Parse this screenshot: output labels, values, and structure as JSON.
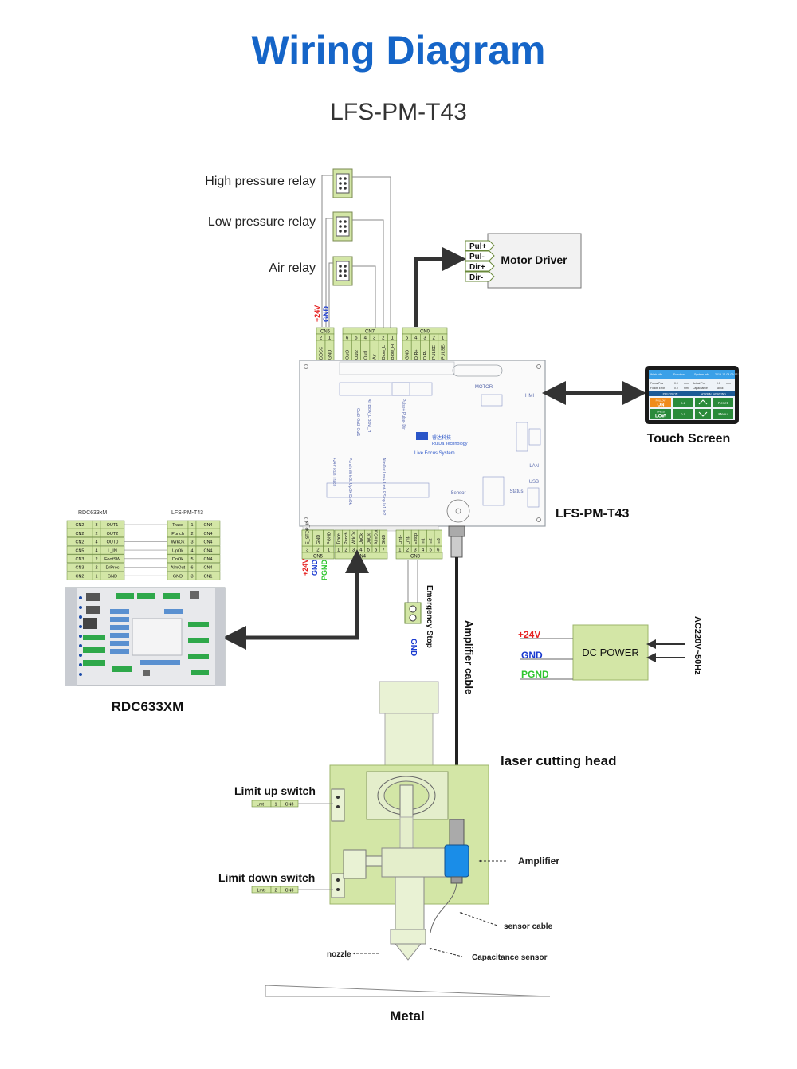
{
  "header": {
    "title": "Wiring Diagram",
    "model": "LFS-PM-T43"
  },
  "colors": {
    "title": "#1565c8",
    "green_fill": "#d3e6a6",
    "green_stroke": "#9cb56a",
    "red": "#e52020",
    "blue": "#1a3ad0",
    "lime": "#2ec52e",
    "amplifier": "#1a8de8"
  },
  "relays": {
    "items": [
      "High pressure relay",
      "Low pressure relay",
      "Air relay"
    ]
  },
  "motor_driver": {
    "label": "Motor Driver",
    "pins": [
      "Pul+",
      "Pul-",
      "Dir+",
      "Dir-"
    ]
  },
  "top_connectors": {
    "cn6": {
      "name": "CN6",
      "pins": [
        "DOCC",
        "GND"
      ],
      "nums": [
        "2",
        "1"
      ]
    },
    "cn7": {
      "name": "CN7",
      "pins": [
        "Out3",
        "Out2",
        "Out1",
        "Air",
        "Blow_L",
        "Blow_H"
      ],
      "nums": [
        "6",
        "5",
        "4",
        "3",
        "2",
        "1"
      ]
    },
    "cn0": {
      "name": "CN0",
      "pins": [
        "GND",
        "DIR+",
        "DIR-",
        "PULSE+",
        "PULSE-"
      ],
      "nums": [
        "5",
        "4",
        "3",
        "2",
        "1"
      ]
    },
    "power_label_24v": "+24V",
    "power_label_gnd": "GND"
  },
  "board": {
    "label": "LFS-PM-T43",
    "brand_cn": "睿达科技",
    "brand_en": "RuiDa Technology",
    "system": "Live Focus System",
    "motor": "MOTOR",
    "hmi": "HMI",
    "lan": "LAN",
    "usb": "USB",
    "sensor": "Sensor",
    "status": "Status"
  },
  "touch_screen": {
    "label": "Touch Screen",
    "headers": [
      "Work Idle",
      "Function",
      "System Info",
      "2019-12-04 09:17:17"
    ],
    "row1": [
      "Focus Pos",
      "0.0",
      "mm",
      "Actual Pos",
      "0.0",
      "mm"
    ],
    "row2": [
      "Follow Error",
      "0.0",
      "mm",
      "Capacitance",
      "4893t"
    ],
    "section1": "PRECISION",
    "section2": "NORMAL WORKING",
    "btn_on_small": "FOLLOW",
    "btn_on": "ON",
    "btn_low_small": "SPEED",
    "btn_low": "LOW",
    "val1": "0.1",
    "val2": "0.1",
    "btn_reset": "Reset",
    "btn_menu": "Menu"
  },
  "bottom_connectors": {
    "cn5": {
      "name": "CN5",
      "pins": [
        "E_STOP_IN",
        "GND",
        "PGND"
      ],
      "nums": [
        "3",
        "2",
        "1"
      ]
    },
    "cn4": {
      "name": "CN4",
      "pins": [
        "Trace",
        "Punch",
        "WrkOk",
        "UpOk",
        "DnOk",
        "AlmOut",
        "GND"
      ],
      "nums": [
        "1",
        "2",
        "3",
        "4",
        "5",
        "6",
        "7"
      ]
    },
    "cn3": {
      "name": "CN3",
      "pins": [
        "Lmt+",
        "Lmt-",
        "Estop",
        "In1",
        "In2",
        "In3"
      ],
      "nums": [
        "1",
        "2",
        "3",
        "4",
        "5",
        "6"
      ]
    },
    "label_24v": "+24V",
    "label_gnd": "GND",
    "label_pgnd": "PGND"
  },
  "rdc_table": {
    "header_left": "RDC633xM",
    "header_right": "LFS-PM-T43",
    "rows": [
      [
        "CN2",
        "3",
        "OUT1",
        "Trace",
        "1",
        "CN4"
      ],
      [
        "CN2",
        "2",
        "OUT2",
        "Punch",
        "2",
        "CN4"
      ],
      [
        "CN2",
        "4",
        "OUT0",
        "WrkOk",
        "3",
        "CN4"
      ],
      [
        "CN5",
        "4",
        "L_IN",
        "UpOk",
        "4",
        "CN4"
      ],
      [
        "CN3",
        "2",
        "FootSW",
        "DnOk",
        "5",
        "CN4"
      ],
      [
        "CN3",
        "2",
        "DrProc",
        "AlmOut",
        "6",
        "CN4"
      ],
      [
        "CN2",
        "1",
        "GND",
        "GND",
        "3",
        "CN1"
      ]
    ]
  },
  "rdc_controller": {
    "label": "RDC633XM"
  },
  "emergency": {
    "label": "Emergency Stop",
    "gnd": "GND"
  },
  "amplifier_cable": {
    "label": "Amplifier cable"
  },
  "dc_power": {
    "label": "DC POWER",
    "v24": "+24V",
    "gnd": "GND",
    "pgnd": "PGND",
    "ac": "AC220V~50Hz"
  },
  "cutting_head": {
    "label": "laser cutting head",
    "limit_up": "Limit up switch",
    "limit_up_pins": [
      "Lmt+",
      "1",
      "CN3"
    ],
    "limit_down": "Limit down switch",
    "limit_down_pins": [
      "Lmt-",
      "2",
      "CN3"
    ],
    "amplifier": "Amplifier",
    "sensor_cable": "sensor cable",
    "capacitance_sensor": "Capacitance sensor",
    "nozzle": "nozzle",
    "metal": "Metal"
  }
}
